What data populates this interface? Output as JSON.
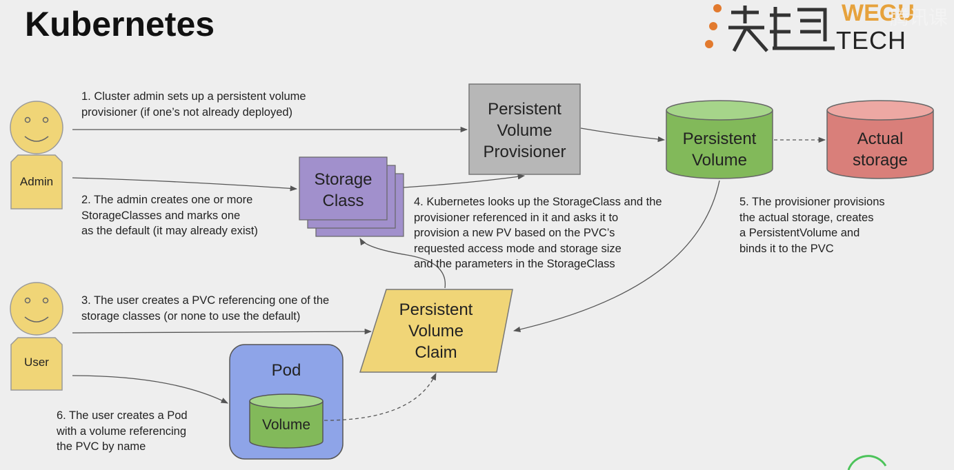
{
  "page": {
    "title": "Kubernetes"
  },
  "logo": {
    "english": "TECH",
    "badge": "WEGU",
    "watermark": "腾讯课"
  },
  "actors": {
    "admin": "Admin",
    "user": "User"
  },
  "nodes": {
    "provisioner": "Persistent\nVolume\nProvisioner",
    "storage_class": "Storage\nClass",
    "persistent_volume": "Persistent\nVolume",
    "actual_storage": "Actual\nstorage",
    "pvc": "Persistent\nVolume\nClaim",
    "pod": "Pod",
    "pod_volume": "Volume"
  },
  "steps": {
    "s1": "1. Cluster admin sets up a persistent volume\n    provisioner (if one’s not already deployed)",
    "s2": "2. The admin creates one or more\n    StorageClasses and marks one\n    as the default (it may already exist)",
    "s3": "3. The user creates a PVC referencing one of the\n    storage classes (or none to use the default)",
    "s4": "4. Kubernetes looks up the StorageClass and the\n    provisioner referenced in it and asks it to\n    provision a new PV based on the PVC’s\n    requested access mode and storage size\n    and the parameters in the StorageClass",
    "s5": "5. The provisioner provisions\n    the actual storage, creates\n    a PersistentVolume and\n    binds it to the PVC",
    "s6": "6. The user creates a Pod\n    with a volume referencing\n    the PVC by name"
  },
  "colors": {
    "actor": "#f0d577",
    "provisioner": "#b7b7b7",
    "storage_class": "#a190cc",
    "persistent_volume": "#82b95a",
    "actual_storage": "#d97f7a",
    "pvc": "#f0d577",
    "pod": "#8ea4e8",
    "pod_volume": "#82b95a"
  }
}
